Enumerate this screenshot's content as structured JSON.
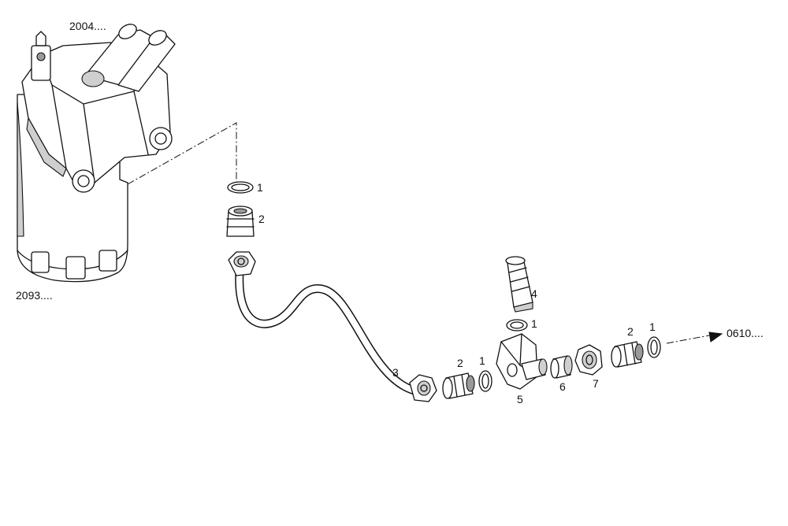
{
  "diagram": {
    "references": {
      "top_assembly": "2004....",
      "filter_body": "2093....",
      "outlet": "0610...."
    },
    "item_labels": [
      {
        "id": "seal-ring-upper",
        "text": "1"
      },
      {
        "id": "union-upper",
        "text": "2"
      },
      {
        "id": "pipe",
        "text": "3"
      },
      {
        "id": "union-mid",
        "text": "2"
      },
      {
        "id": "seal-ring-mid",
        "text": "1"
      },
      {
        "id": "valve",
        "text": "4"
      },
      {
        "id": "seal-ring-valve",
        "text": "1"
      },
      {
        "id": "tee-body",
        "text": "5"
      },
      {
        "id": "bushing",
        "text": "6"
      },
      {
        "id": "nut",
        "text": "7"
      },
      {
        "id": "union-right",
        "text": "2"
      },
      {
        "id": "seal-ring-right",
        "text": "1"
      }
    ]
  }
}
